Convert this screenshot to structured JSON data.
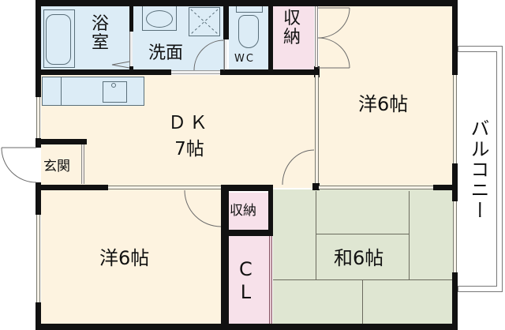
{
  "floor_plan": {
    "colors": {
      "wall": "#111111",
      "wet_area": "#dcecf6",
      "western_room": "#fdf3e0",
      "storage": "#f7e1ea",
      "tatami": "#dfe6d2",
      "balcony": "#ffffff"
    },
    "rooms": {
      "bath": {
        "label_line1": "浴",
        "label_line2": "室"
      },
      "washroom": {
        "label": "洗面"
      },
      "wc": {
        "label": "WC"
      },
      "storage_top": {
        "label_line1": "収",
        "label_line2": "納"
      },
      "dk": {
        "label_line1": "ＤＫ",
        "label_line2": "7帖"
      },
      "western_upper_right": {
        "label": "洋6帖"
      },
      "entrance": {
        "label": "玄関"
      },
      "western_lower_left": {
        "label": "洋6帖"
      },
      "storage_small": {
        "label": "収納"
      },
      "closet": {
        "label_line1": "C",
        "label_line2": "L"
      },
      "japanese_room": {
        "label": "和6帖"
      },
      "balcony": {
        "label": "バルコニー"
      }
    }
  }
}
